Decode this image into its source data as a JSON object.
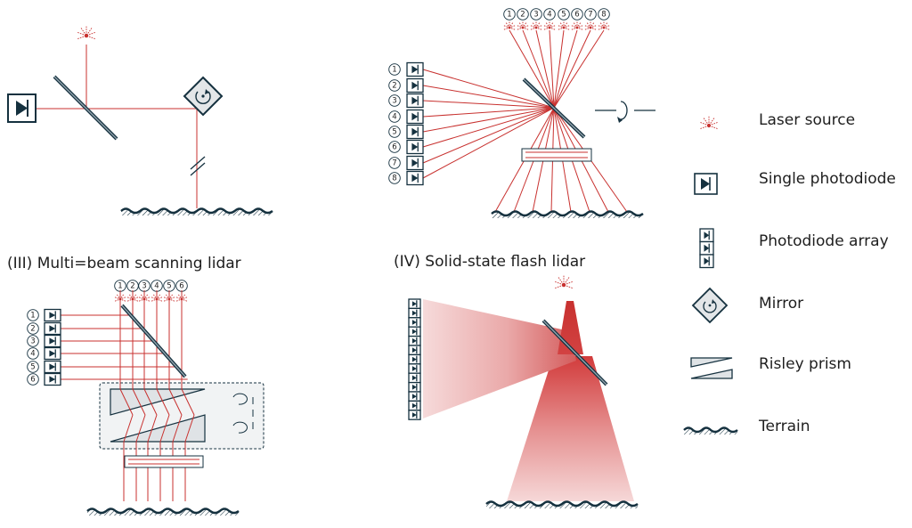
{
  "panels": {
    "p3_title": "(III)  Multi=beam scanning lidar",
    "p4_title": "(IV)  Solid-state flash lidar"
  },
  "markers": {
    "p2_top": [
      "1",
      "2",
      "3",
      "4",
      "5",
      "6",
      "7",
      "8"
    ],
    "p2_left": [
      "1",
      "2",
      "3",
      "4",
      "5",
      "6",
      "7",
      "8"
    ],
    "p3_top": [
      "1",
      "2",
      "3",
      "4",
      "5",
      "6"
    ],
    "p3_left": [
      "1",
      "2",
      "3",
      "4",
      "5",
      "6"
    ]
  },
  "legend": {
    "laser_source": "Laser source",
    "single_photodiode": "Single photodiode",
    "photodiode_array": "Photodiode array",
    "mirror": "Mirror",
    "risley_prism": "Risley prism",
    "terrain": "Terrain"
  },
  "colors": {
    "laser": "#c8312f",
    "ink": "#15313f",
    "prism_fill": "#dfe3e6",
    "panel_fill": "#f1f3f4"
  }
}
